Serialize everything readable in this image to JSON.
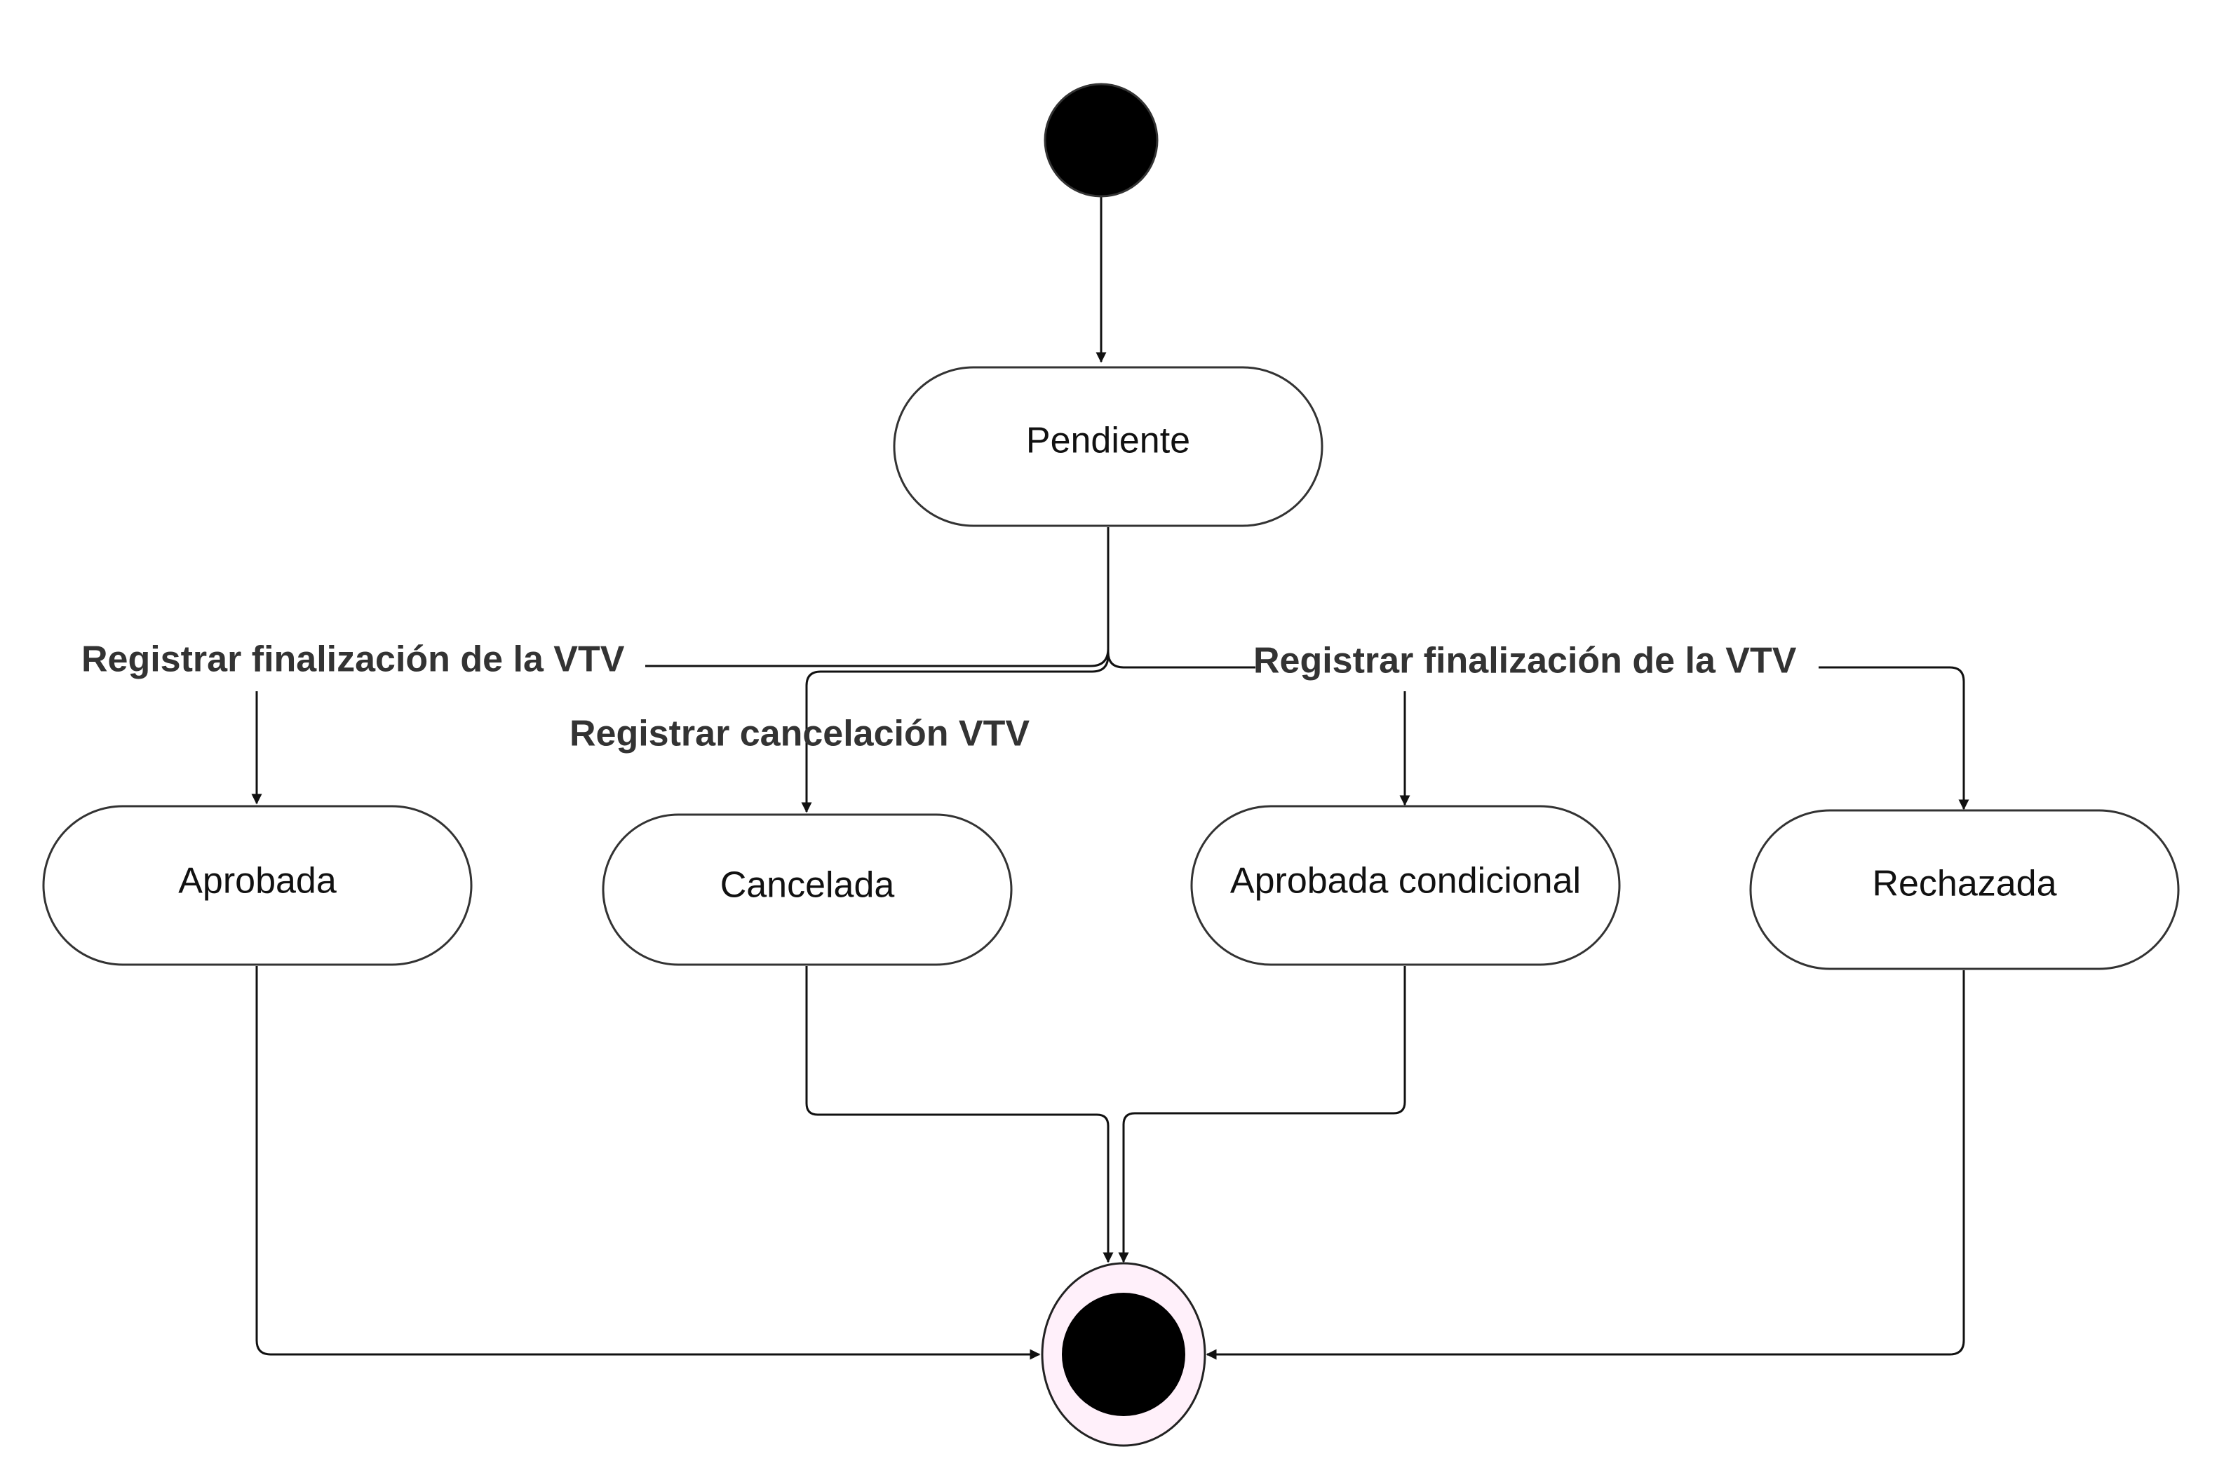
{
  "diagram": {
    "type": "uml-state-machine",
    "states": {
      "pendiente": "Pendiente",
      "aprobada": "Aprobada",
      "cancelada": "Cancelada",
      "aprobada_condicional": "Aprobada condicional",
      "rechazada": "Rechazada"
    },
    "transitions": {
      "to_aprobada": "Registrar finalización de la VTV",
      "to_cancelada": "Registrar cancelación VTV",
      "to_condicional_rechazada": "Registrar finalización de la VTV"
    },
    "colors": {
      "line": "#111111",
      "state_border": "#333333",
      "initial_fill": "#000000",
      "final_ring_fill": "#fff0fa"
    }
  }
}
